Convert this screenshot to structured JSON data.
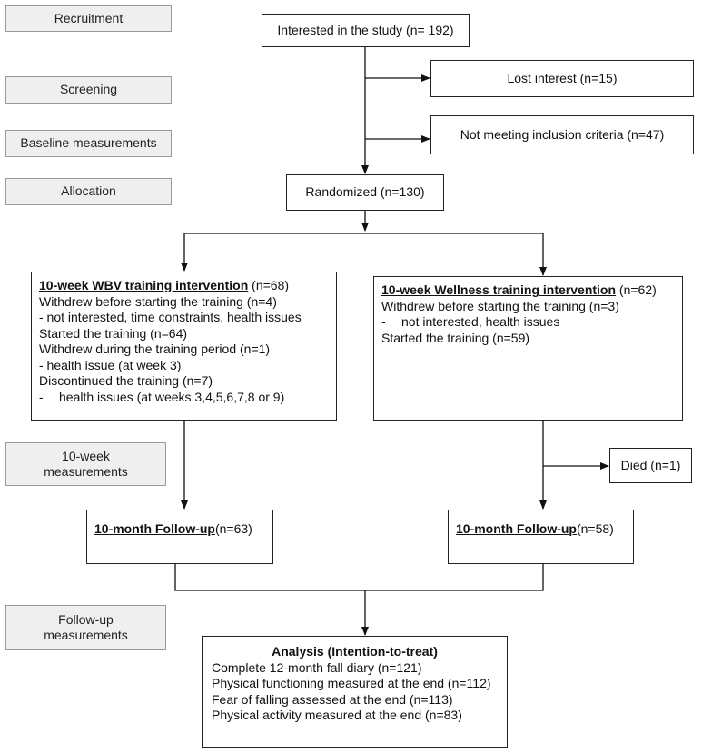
{
  "phases": [
    {
      "id": "recruitment",
      "label": "Recruitment"
    },
    {
      "id": "screening",
      "label": "Screening"
    },
    {
      "id": "baseline",
      "label": "Baseline measurements"
    },
    {
      "id": "allocation",
      "label": "Allocation"
    },
    {
      "id": "week10",
      "label_lines": [
        "10-week",
        "measurements"
      ]
    },
    {
      "id": "followup",
      "label_lines": [
        "Follow-up",
        "measurements"
      ]
    }
  ],
  "enrollment": {
    "interested": "Interested in the study (n= 192)",
    "lost_interest": "Lost interest (n=15)",
    "not_meeting": "Not meeting inclusion criteria (n=47)",
    "randomized": "Randomized (n=130)"
  },
  "wbv": {
    "title": "10-week WBV training intervention",
    "title_n": " (n=68)",
    "lines": [
      "Withdrew before starting the training (n=4)",
      "- not interested, time constraints, health issues",
      "Started the training (n=64)",
      "Withdrew during the training period (n=1)",
      "- health issue (at week 3)",
      "Discontinued the training (n=7)"
    ],
    "last_dash": "-",
    "last_text": "health issues (at weeks 3,4,5,6,7,8 or 9)"
  },
  "wellness": {
    "title": "10-week Wellness training intervention",
    "title_n": " (n=62)",
    "line1": "Withdrew before starting the training (n=3)",
    "line2_dash": "-",
    "line2_text": "not interested, health issues",
    "line3": "Started the training (n=59)"
  },
  "died": "Died (n=1)",
  "followup_wbv": {
    "title": "10-month  Follow-up",
    "n": " (n=63)"
  },
  "followup_wellness": {
    "title": "10-month  Follow-up",
    "n": " (n=58)"
  },
  "analysis": {
    "title": "Analysis (Intention-to-treat)",
    "lines": [
      "Complete 12-month fall diary (n=121)",
      "Physical functioning measured at the end (n=112)",
      "Fear of falling assessed at the end (n=113)",
      "Physical activity measured at the end (n=83)"
    ]
  }
}
